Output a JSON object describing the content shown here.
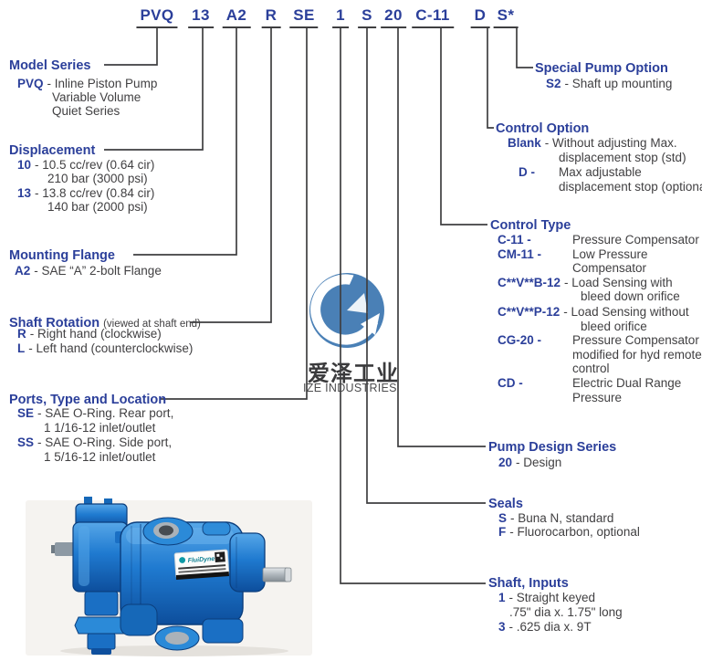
{
  "colors": {
    "heading_blue": "#2b3f9a",
    "body_text": "#414042",
    "connector_line": "#3f3f41",
    "watermark_blue": "#4a80b6",
    "pump_blue": "#1f7ad0"
  },
  "model_code": {
    "segments": [
      "PVQ",
      "13",
      "A2",
      "R",
      "SE",
      "1",
      "S",
      "20",
      "C-11",
      "D",
      "S*"
    ]
  },
  "left": {
    "model_series": {
      "title": "Model Series",
      "items": [
        {
          "c": "PVQ",
          "t": "- Inline Piston Pump"
        },
        {
          "t": "Variable Volume"
        },
        {
          "t": "Quiet Series"
        }
      ]
    },
    "displacement": {
      "title": "Displacement",
      "items": [
        {
          "c": "10",
          "t": "- 10.5 cc/rev (0.64 cir)"
        },
        {
          "t": "210 bar (3000 psi)"
        },
        {
          "c": "13",
          "t": "- 13.8 cc/rev (0.84 cir)"
        },
        {
          "t": "140 bar (2000 psi)"
        }
      ]
    },
    "mounting_flange": {
      "title": "Mounting Flange",
      "items": [
        {
          "c": "A2",
          "t": "- SAE “A” 2-bolt Flange"
        }
      ]
    },
    "shaft_rotation": {
      "title": "Shaft Rotation",
      "note": "(viewed at shaft end)",
      "items": [
        {
          "c": "R",
          "t": "- Right hand (clockwise)"
        },
        {
          "c": "L",
          "t": "- Left hand (counterclockwise)"
        }
      ]
    },
    "ports": {
      "title": "Ports, Type and Location",
      "items": [
        {
          "c": "SE",
          "t": "- SAE O-Ring. Rear port,"
        },
        {
          "t": "1 1/16-12 inlet/outlet"
        },
        {
          "c": "SS",
          "t": "- SAE O-Ring. Side port,"
        },
        {
          "t": "1 5/16-12 inlet/outlet"
        }
      ]
    }
  },
  "right": {
    "special_pump_option": {
      "title": "Special Pump Option",
      "items": [
        {
          "c": "S2",
          "t": "- Shaft up mounting"
        }
      ]
    },
    "control_option": {
      "title": "Control Option",
      "blank_code": "Blank",
      "blank_text": "- Without adjusting Max.",
      "blank_text2": "displacement stop (std)",
      "d_code": "D -",
      "d_text": "Max adjustable",
      "d_text2": "displacement stop (optional)"
    },
    "control_type": {
      "title": "Control Type",
      "codes": [
        "C-11 -",
        "CM-11 -",
        "C**V**B-12",
        "C**V**P-12",
        "CG-20 -",
        "CD -"
      ],
      "descs": [
        "Pressure Compensator",
        "Low Pressure",
        "Compensator",
        "- Load Sensing with",
        "bleed down orifice",
        "- Load Sensing without",
        "bleed orifice",
        "Pressure Compensator",
        "modified for hyd remote",
        "control",
        "Electric Dual Range",
        "Pressure"
      ]
    },
    "pump_design": {
      "title": "Pump Design Series",
      "items": [
        {
          "c": "20",
          "t": "- Design"
        }
      ]
    },
    "seals": {
      "title": "Seals",
      "items": [
        {
          "c": "S",
          "t": "- Buna N, standard"
        },
        {
          "c": "F",
          "t": "- Fluorocarbon, optional"
        }
      ]
    },
    "shaft_inputs": {
      "title": "Shaft, Inputs",
      "items": [
        {
          "c": "1",
          "t": "- Straight keyed"
        },
        {
          "t": ".75\" dia x. 1.75\" long"
        },
        {
          "c": "3",
          "t": "- .625 dia x. 9T"
        }
      ]
    }
  },
  "watermark": {
    "cn": "爱泽工业",
    "en": "IZE INDUSTRIES"
  },
  "pump": {
    "label_brand": "FluiDyne"
  }
}
